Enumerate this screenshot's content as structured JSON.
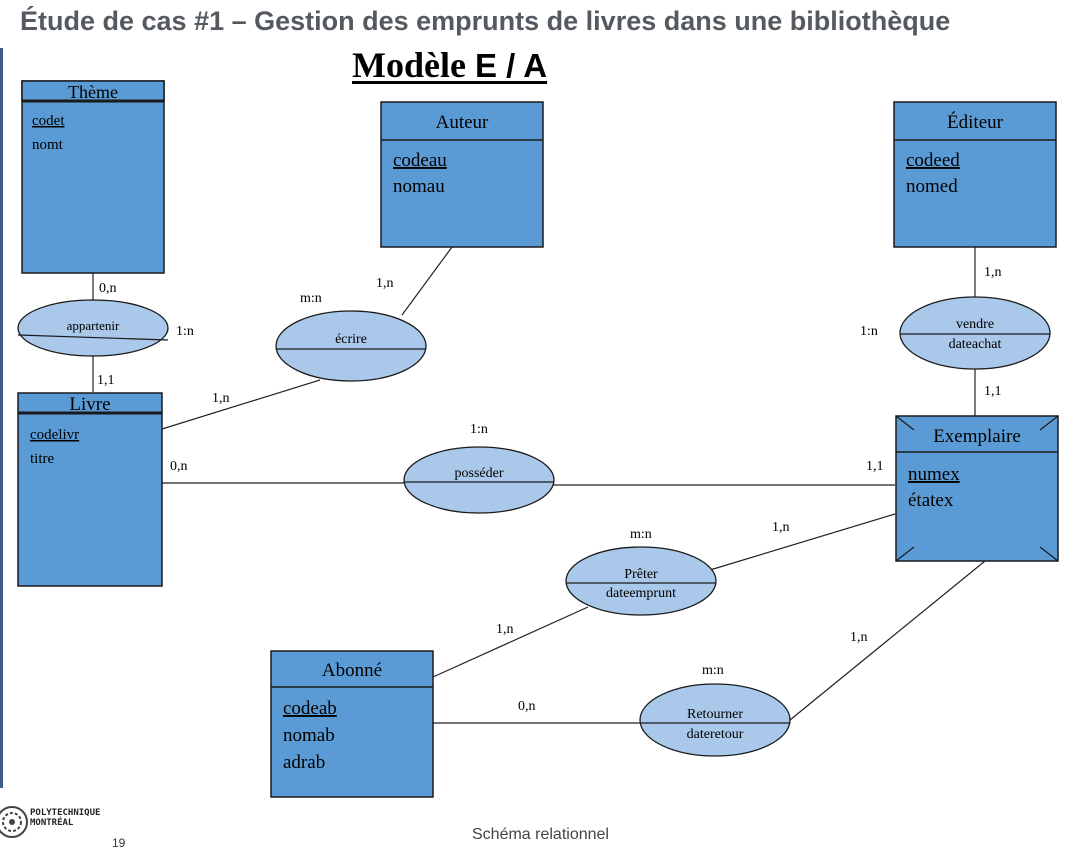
{
  "slide": {
    "title": "Étude de cas #1 – Gestion des emprunts de livres dans une bibliothèque",
    "subtitle_model": "Modèle ",
    "subtitle_ea": "E / A",
    "footer": "Schéma relationnel",
    "page_number": "19",
    "logo_line1": "POLYTECHNIQUE",
    "logo_line2": "MONTRÉAL"
  },
  "entities": {
    "theme": {
      "name": "Thème",
      "key": "codet",
      "attrs": [
        "nomt"
      ]
    },
    "auteur": {
      "name": "Auteur",
      "key": "codeau",
      "attrs": [
        "nomau"
      ]
    },
    "editeur": {
      "name": "Éditeur",
      "key": "codeed",
      "attrs": [
        "nomed"
      ]
    },
    "livre": {
      "name": "Livre",
      "key": "codelivr",
      "attrs": [
        "titre"
      ]
    },
    "exemplaire": {
      "name": "Exemplaire",
      "key": "numex",
      "attrs": [
        "étatex"
      ]
    },
    "abonne": {
      "name": "Abonné",
      "key": "codeab",
      "attrs": [
        "nomab",
        "adrab"
      ]
    }
  },
  "relations": {
    "appartenir": {
      "name": "appartenir",
      "attr": "",
      "type": "1:n"
    },
    "ecrire": {
      "name": "écrire",
      "attr": "",
      "type": "m:n"
    },
    "vendre": {
      "name": "vendre",
      "attr": "dateachat",
      "type": "1:n"
    },
    "posseder": {
      "name": "posséder",
      "attr": "",
      "type": "1:n"
    },
    "preter": {
      "name": "Prêter",
      "attr": "dateemprunt",
      "type": "m:n"
    },
    "retourner": {
      "name": "Retourner",
      "attr": "dateretour",
      "type": "m:n"
    }
  },
  "cardinalities": {
    "theme_appartenir": "0,n",
    "livre_appartenir": "1,1",
    "auteur_ecrire": "1,n",
    "livre_ecrire": "1,n",
    "editeur_vendre": "1,n",
    "exemplaire_vendre": "1,1",
    "livre_posseder": "0,n",
    "exemplaire_posseder": "1,1",
    "exemplaire_preter": "1,n",
    "abonne_preter": "1,n",
    "exemplaire_retourner": "1,n",
    "abonne_retourner": "0,n"
  },
  "colors": {
    "entity_fill": "#5b9bd5",
    "relation_fill": "#a9c8ea",
    "border": "#1a1a1a",
    "title": "#555a60"
  }
}
